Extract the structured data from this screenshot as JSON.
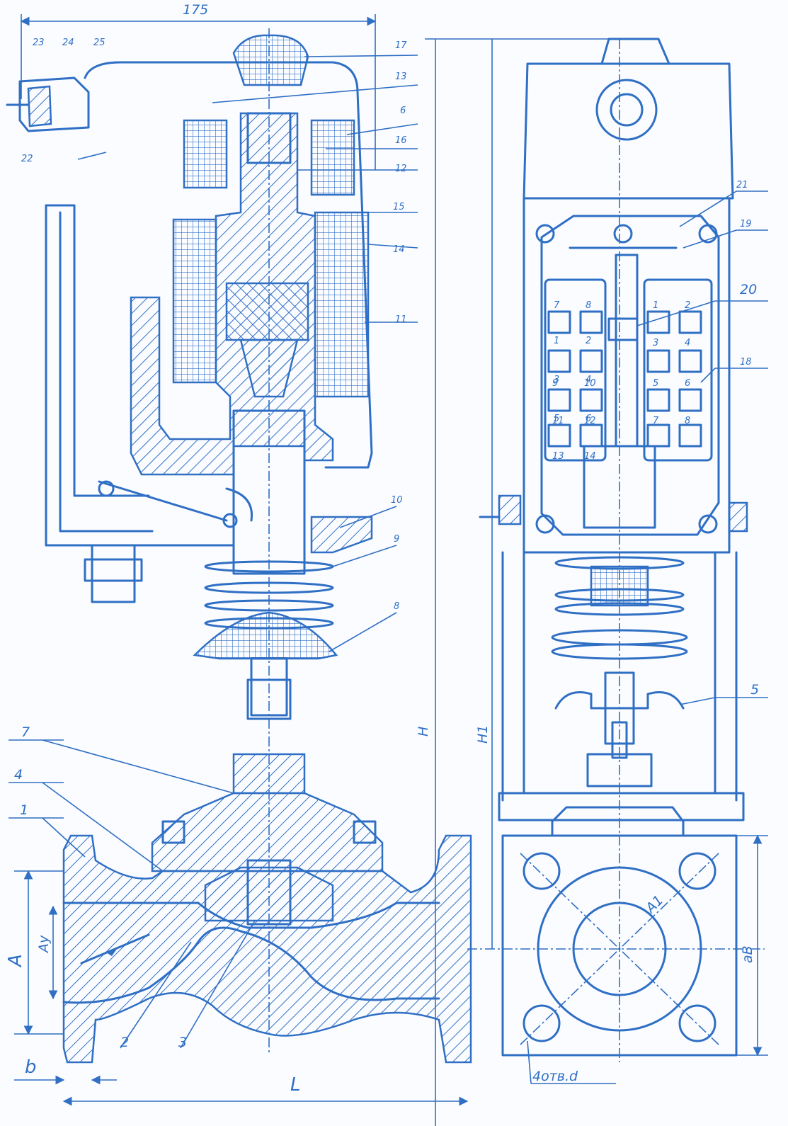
{
  "dimensions": {
    "top_width": "175",
    "height_H": "H",
    "height_H1": "H1",
    "length_L": "L",
    "flange_thickness_b": "b",
    "diameter_A": "A",
    "diameter_Ay": "Ay",
    "diameter_A1": "A1",
    "bolt_circle": "aB",
    "holes": "4отв.d"
  },
  "callouts": {
    "c1": "1",
    "c2": "2",
    "c3": "3",
    "c4": "4",
    "c5": "5",
    "c6": "6",
    "c7": "7",
    "c8": "8",
    "c9": "9",
    "c10": "10",
    "c11": "11",
    "c12": "12",
    "c13": "13",
    "c14": "14",
    "c15": "15",
    "c16": "16",
    "c17": "17",
    "c18": "18",
    "c19": "19",
    "c20": "20",
    "c21": "21",
    "c22": "22",
    "c23": "23",
    "c24": "24",
    "c25": "25"
  },
  "terminal_numbers": [
    "1",
    "2",
    "3",
    "4",
    "5",
    "6",
    "7",
    "8",
    "9",
    "10",
    "11",
    "12",
    "13",
    "14",
    "1",
    "2",
    "3",
    "4",
    "5",
    "6",
    "7",
    "8"
  ],
  "colors": {
    "ink": "#2f6fc4",
    "paper": "#fbfcff"
  }
}
